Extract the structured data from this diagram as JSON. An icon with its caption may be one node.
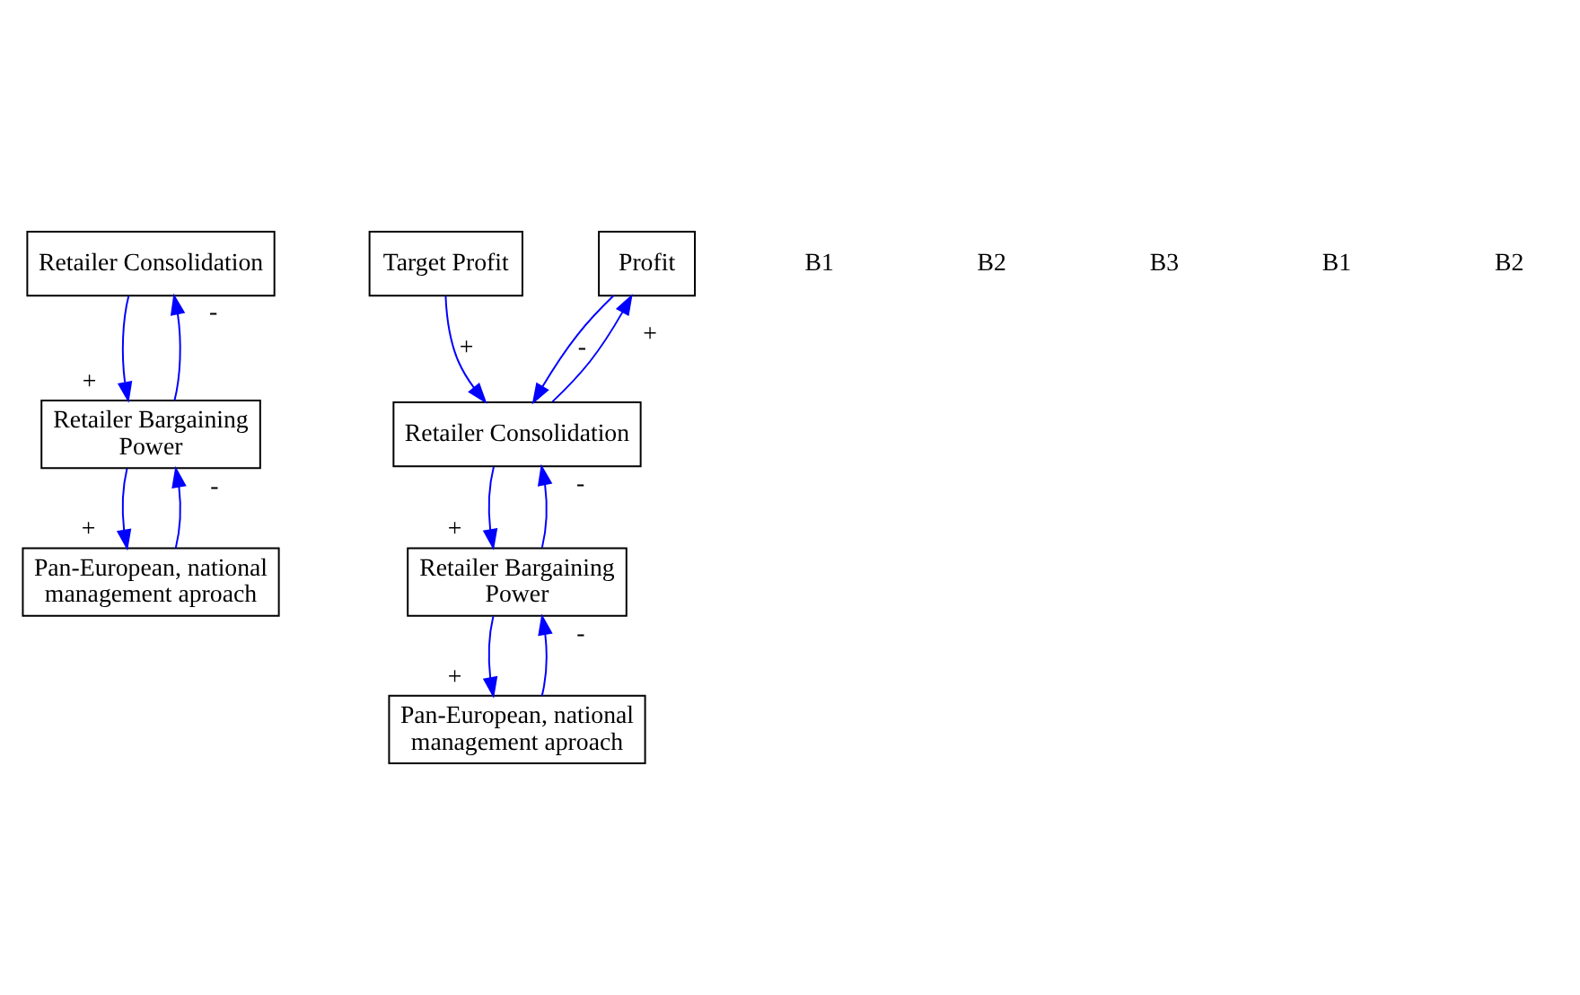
{
  "diagram": {
    "nodes": [
      {
        "text": [
          "Retailer Consolidation"
        ]
      },
      {
        "text": [
          "Retailer Bargaining Power"
        ]
      },
      {
        "text": [
          "Pan-European, national management aproach"
        ]
      },
      {
        "text": [
          "Target Profit"
        ]
      },
      {
        "text": [
          "Profit"
        ]
      },
      {
        "text": [
          "Retailer Consolidation"
        ]
      },
      {
        "text": [
          "Retailer Bargaining Power"
        ]
      },
      {
        "text": [
          "Pan-European, national management aproach"
        ]
      }
    ],
    "edges": [
      {
        "from": 0,
        "to": 1,
        "arrow": "to",
        "label": "+",
        "color": "#0000ff"
      },
      {
        "from": 1,
        "to": 0,
        "arrow": "to",
        "label": "-",
        "color": "#0000ff"
      },
      {
        "from": 1,
        "to": 2,
        "arrow": "to",
        "label": "+",
        "color": "#0000ff"
      },
      {
        "from": 2,
        "to": 1,
        "arrow": "to",
        "label": "-",
        "color": "#0000ff"
      },
      {
        "from": 3,
        "to": 5,
        "arrow": "to",
        "label": "+",
        "color": "#0000ff"
      },
      {
        "from": 4,
        "to": 5,
        "arrow": "to",
        "label": "-",
        "color": "#0000ff"
      },
      {
        "from": 5,
        "to": 4,
        "arrow": "to",
        "label": "+",
        "color": "#0000ff"
      },
      {
        "from": 5,
        "to": 6,
        "arrow": "to",
        "label": "+",
        "color": "#0000ff"
      },
      {
        "from": 6,
        "to": 5,
        "arrow": "to",
        "label": "-",
        "color": "#0000ff"
      },
      {
        "from": 6,
        "to": 7,
        "arrow": "to",
        "label": "+",
        "color": "#0000ff"
      },
      {
        "from": 7,
        "to": 6,
        "arrow": "to",
        "label": "-",
        "color": "#0000ff"
      }
    ],
    "labels": [
      "B1",
      "B2",
      "B3",
      "B1",
      "B2"
    ]
  }
}
